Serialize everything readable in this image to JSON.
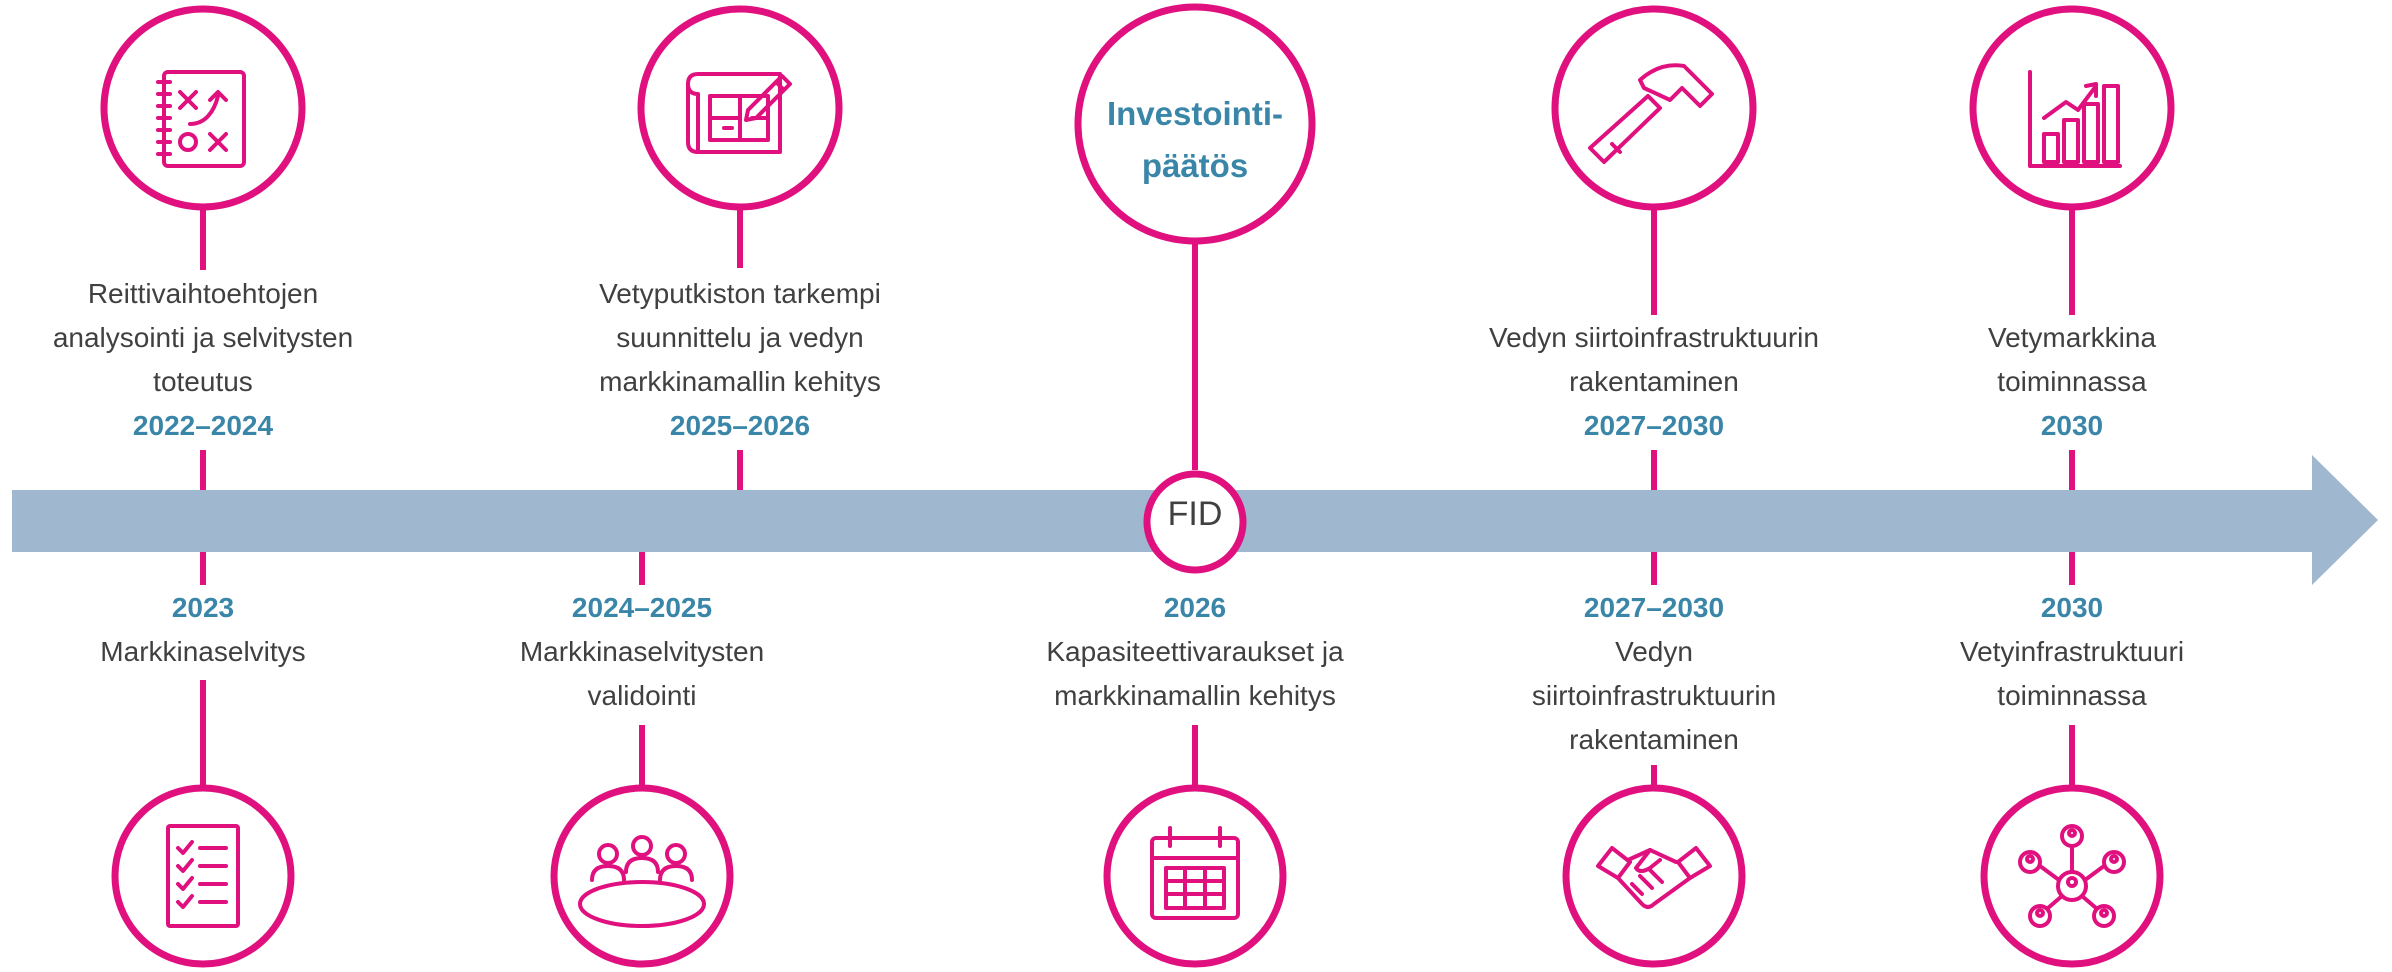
{
  "colors": {
    "accent": "#e0107f",
    "arrow": "#9fb7cf",
    "year": "#3a86a8",
    "text": "#404040"
  },
  "center": {
    "title_line1": "Investointi-",
    "title_line2": "päätös",
    "fid": "FID"
  },
  "top_milestones": [
    {
      "icon": "strategy-plan-icon",
      "lines": [
        "Reittivaihtoehtojen",
        "analysointi ja selvitysten",
        "toteutus"
      ],
      "year": "2022–2024"
    },
    {
      "icon": "blueprint-icon",
      "lines": [
        "Vetyputkiston tarkempi",
        "suunnittelu ja vedyn",
        "markkinamallin kehitys"
      ],
      "year": "2025–2026"
    },
    {
      "icon": "hammer-icon",
      "lines": [
        "Vedyn siirtoinfrastruktuurin",
        "rakentaminen"
      ],
      "year": "2027–2030"
    },
    {
      "icon": "growth-chart-icon",
      "lines": [
        "Vetymarkkina",
        "toiminnassa"
      ],
      "year": "2030"
    }
  ],
  "bottom_milestones": [
    {
      "icon": "checklist-icon",
      "year": "2023",
      "lines": [
        "Markkinaselvitys"
      ]
    },
    {
      "icon": "meeting-table-icon",
      "year": "2024–2025",
      "lines": [
        "Markkinaselvitysten",
        "validointi"
      ]
    },
    {
      "icon": "calendar-icon",
      "year": "2026",
      "lines": [
        "Kapasiteettivaraukset ja",
        "markkinamallin kehitys"
      ]
    },
    {
      "icon": "handshake-icon",
      "year": "2027–2030",
      "lines": [
        "Vedyn",
        "siirtoinfrastruktuurin",
        "rakentaminen"
      ]
    },
    {
      "icon": "network-icon",
      "year": "2030",
      "lines": [
        "Vetyinfrastruktuuri",
        "toiminnassa"
      ]
    }
  ]
}
